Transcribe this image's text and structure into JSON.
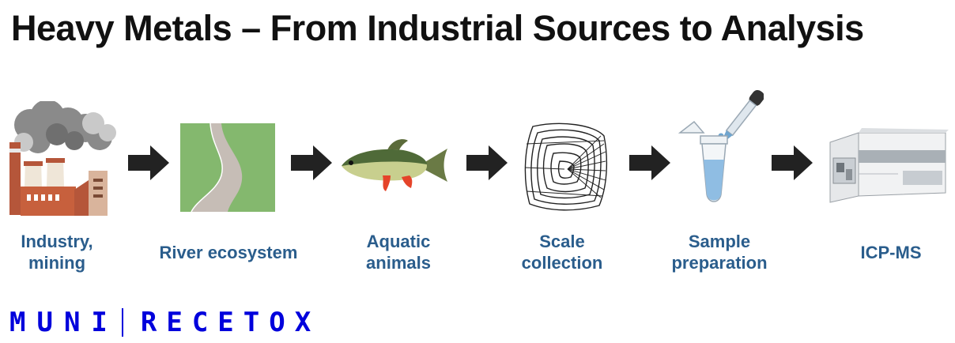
{
  "title": "Heavy Metals – From Industrial Sources to Analysis",
  "steps": [
    {
      "line1": "Industry,",
      "line2": "mining",
      "icon": "factory-icon"
    },
    {
      "line1": "River ecosystem",
      "line2": "",
      "icon": "river-icon"
    },
    {
      "line1": "Aquatic",
      "line2": "animals",
      "icon": "fish-icon"
    },
    {
      "line1": "Scale",
      "line2": "collection",
      "icon": "fish-scale-icon"
    },
    {
      "line1": "Sample",
      "line2": "preparation",
      "icon": "tube-pipette-icon"
    },
    {
      "line1": "ICP-MS",
      "line2": "",
      "icon": "icp-ms-instrument-icon"
    }
  ],
  "logo": {
    "left": "MUNI",
    "right": "RECETOX",
    "color": "#0000dc"
  },
  "colors": {
    "label": "#2a5d8c",
    "arrow": "#222222",
    "river_bank": "#84b86e"
  }
}
